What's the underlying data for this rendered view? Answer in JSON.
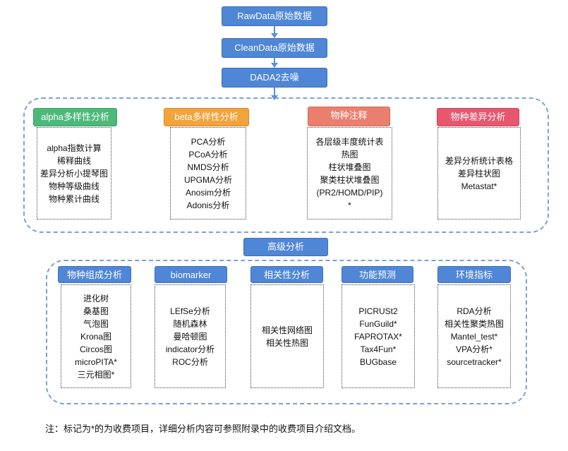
{
  "flow": [
    "RawData原始数据",
    "CleanData原始数据",
    "DADA2去噪"
  ],
  "group1": [
    {
      "title": "alpha多样性分析",
      "items": [
        "alpha指数计算",
        "稀释曲线",
        "差异分析小提琴图",
        "物种等级曲线",
        "物种累计曲线"
      ]
    },
    {
      "title": "beta多样性分析",
      "items": [
        "PCA分析",
        "PCoA分析",
        "NMDS分析",
        "UPGMA分析",
        "Anosim分析",
        "Adonis分析"
      ]
    },
    {
      "title": "物种注释",
      "items": [
        "各层级丰度统计表",
        "热图",
        "柱状堆叠图",
        "聚类柱状堆叠图",
        "(PR2/HOMD/PIP)",
        "*"
      ]
    },
    {
      "title": "物种差异分析",
      "items": [
        "差异分析统计表格",
        "差异柱状图",
        "Metastat*"
      ]
    }
  ],
  "advanced_label": "高级分析",
  "group2": [
    {
      "title": "物种组成分析",
      "items": [
        "进化树",
        "桑基图",
        "气泡图",
        "Krona图",
        "Circos图",
        "microPITA*",
        "三元相图*"
      ]
    },
    {
      "title": "biomarker",
      "items": [
        "LEfSe分析",
        "随机森林",
        "曼哈顿图",
        "indicator分析",
        "ROC分析"
      ]
    },
    {
      "title": "相关性分析",
      "items": [
        "相关性网络图",
        "相关性热图"
      ]
    },
    {
      "title": "功能预测",
      "items": [
        "PICRUSt2",
        "FunGuild*",
        "FAPROTAX*",
        "Tax4Fun*",
        "BUGbase"
      ]
    },
    {
      "title": "环境指标",
      "items": [
        "RDA分析",
        "相关性聚类热图",
        "Mantel_test*",
        "VPA分析*",
        "sourcetracker*"
      ]
    }
  ],
  "note": "注：标记为*的为收费项目，详细分析内容可参照附录中的收费项目介绍文档。"
}
